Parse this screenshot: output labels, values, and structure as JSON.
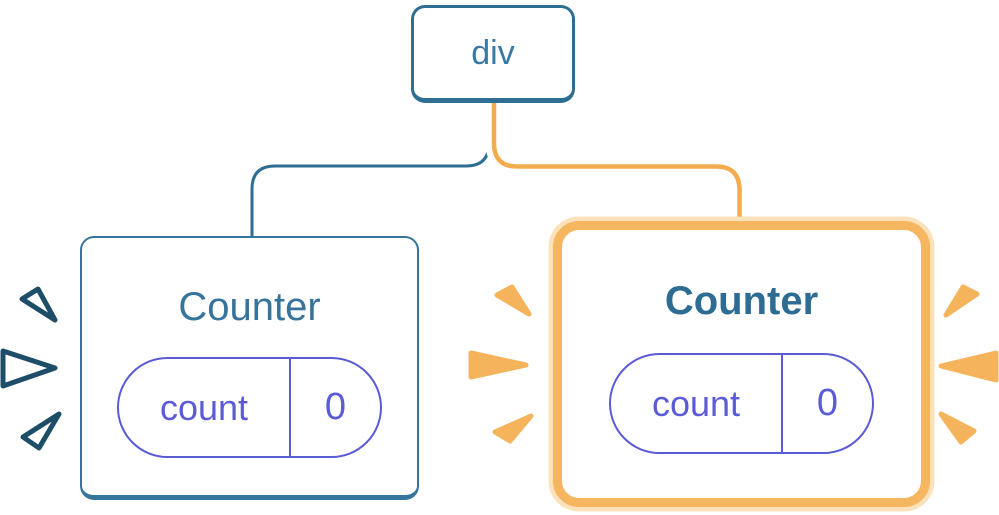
{
  "colors": {
    "page-bg": "#FFFFFF",
    "node-border-blue": "#2E6E93",
    "node-text-blue": "#3879A6",
    "edge-blue": "#2E6E93",
    "edge-orange": "#F2AC4E",
    "edge-casing": "#FFFFFF",
    "card-border-blue": "#35749B",
    "title-blue": "#36749B",
    "title-blue-bold": "#2D6C93",
    "highlight-orange": "#F6B55F",
    "highlight-orange-pale": "#FBE2BB",
    "pill-indigo": "#5B5BD6",
    "burst-orange": "#F5B45C",
    "burst-navy": "#1D4D67",
    "burst-white": "#FFFFFF"
  },
  "tree": {
    "root": {
      "label": "div"
    },
    "children": [
      {
        "title": "Counter",
        "state": {
          "key": "count",
          "value": "0"
        },
        "highlighted": false
      },
      {
        "title": "Counter",
        "state": {
          "key": "count",
          "value": "0"
        },
        "highlighted": true
      }
    ]
  }
}
